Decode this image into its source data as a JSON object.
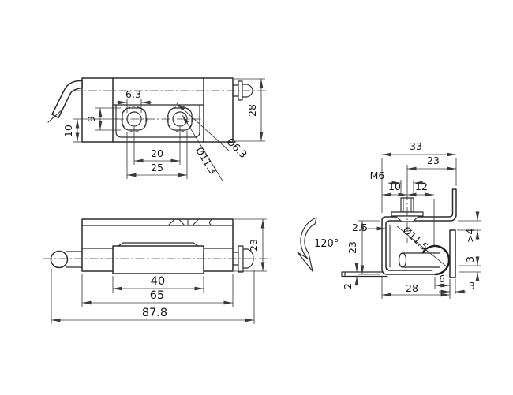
{
  "title": "Hinge technical drawing",
  "colors": {
    "background": "#ffffff",
    "line": "#2b2b2b",
    "text": "#161616"
  },
  "views": {
    "top": {
      "dims": {
        "hole_dia_top": "6.3",
        "slot_height": "9",
        "edge_offset": "10",
        "hole_spacing": "20",
        "hole_outer_spacing": "25",
        "hole_dia": "Ø6.3",
        "boss_dia": "Ø11.3",
        "body_width": "28"
      }
    },
    "front": {
      "dims": {
        "knuckle_length": "40",
        "body_length": "65",
        "overall_length": "87.8",
        "body_height": "23"
      }
    },
    "bracket": {
      "dims": {
        "overall_width": "33",
        "stud_to_tab": "23",
        "thread_size": "M6",
        "face_to_stud": "10",
        "stud_to_pin": "12",
        "emboss_depth": "2.5",
        "height": "23",
        "curl_dia": "Ø11.5",
        "min_gap": ">4",
        "pin_gap": "3",
        "panel_thickness": "3",
        "curl_to_panel": "6",
        "mount_depth": "28",
        "tab_thickness": "2",
        "rotation_angle": "120°"
      }
    }
  }
}
